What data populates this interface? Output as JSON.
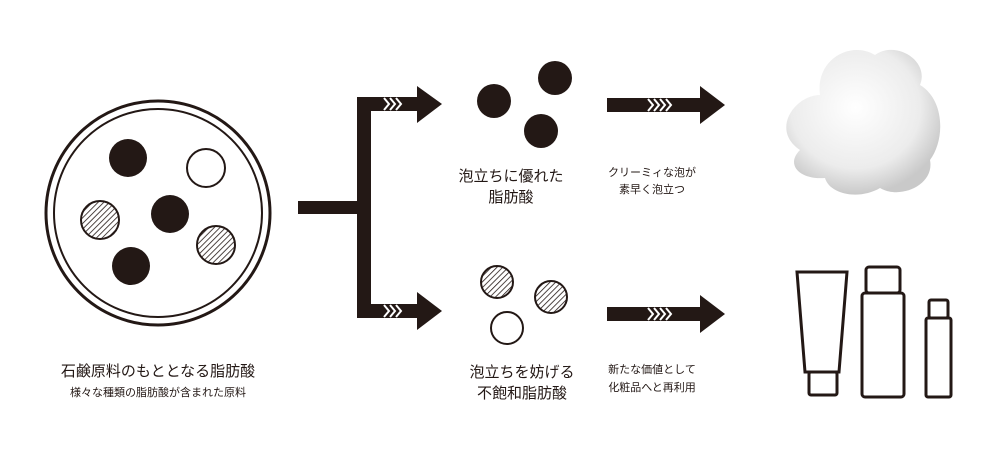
{
  "source": {
    "title": "石鹸原料のもととなる脂肪酸",
    "subtitle": "様々な種類の脂肪酸が含まれた原料"
  },
  "branch_top": {
    "label_line1": "泡立ちに優れた",
    "label_line2": "脂肪酸",
    "result_line1": "クリーミィな泡が",
    "result_line2": "素早く泡立つ",
    "image": "foam"
  },
  "branch_bottom": {
    "label_line1": "泡立ちを妨げる",
    "label_line2": "不飽和脂肪酸",
    "result_line1": "新たな価値として",
    "result_line2": "化粧品へと再利用",
    "image": "cosmetic-bottles"
  },
  "colors": {
    "ink": "#231815",
    "background": "#ffffff"
  }
}
